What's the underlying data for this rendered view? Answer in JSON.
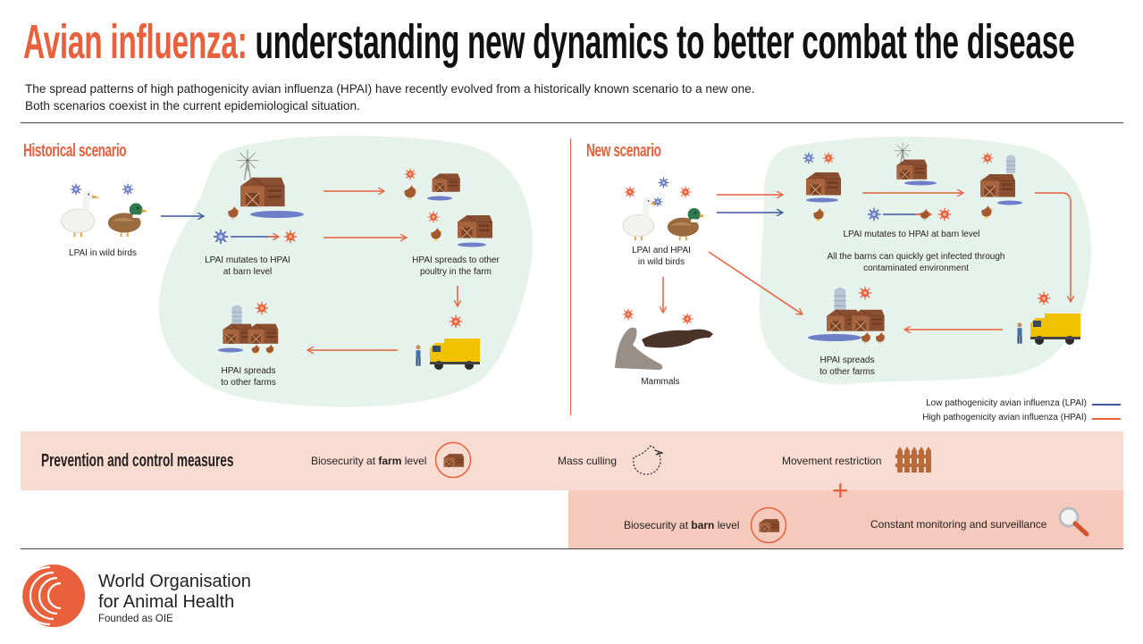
{
  "header": {
    "title_accent": "Avian influenza:",
    "title_rest": "understanding new dynamics to better combat the disease",
    "intro_line1": "The spread patterns of high pathogenicity avian influenza (HPAI) have recently evolved from a historically known scenario to a new one.",
    "intro_line2": "Both scenarios coexist in the current epidemiological situation."
  },
  "historical": {
    "title": "Historical scenario",
    "wild_birds": "LPAI in wild birds",
    "mutates_l1": "LPAI mutates to HPAI",
    "mutates_l2": "at barn level",
    "spreads_poultry_l1": "HPAI spreads to other",
    "spreads_poultry_l2": "poultry in the farm",
    "spreads_farms_l1": "HPAI spreads",
    "spreads_farms_l2": "to other farms"
  },
  "new": {
    "title": "New scenario",
    "wild_birds_l1": "LPAI and HPAI",
    "wild_birds_l2": "in wild birds",
    "mutates": "LPAI mutates to HPAI at barn level",
    "barns_l1": "All the barns can quickly get infected through",
    "barns_l2": "contaminated environment",
    "mammals": "Mammals",
    "spreads_farms_l1": "HPAI spreads",
    "spreads_farms_l2": "to other farms"
  },
  "legend": {
    "lpai": "Low pathogenicity avian influenza (LPAI)",
    "hpai": "High pathogenicity avian influenza  (HPAI)",
    "lpai_color": "#3f55a0",
    "hpai_color": "#e8613c"
  },
  "measures": {
    "title": "Prevention and control measures",
    "farm_pre": "Biosecurity at ",
    "farm_bold": "farm",
    "farm_post": " level",
    "culling": "Mass culling",
    "movement": "Movement restriction",
    "plus": "+",
    "barn_pre": "Biosecurity at ",
    "barn_bold": "barn",
    "barn_post": " level",
    "monitoring": "Constant monitoring and surveillance"
  },
  "org": {
    "line1": "World Organisation",
    "line2": "for Animal Health",
    "founded": "Founded as OIE"
  },
  "icons": [
    "goose-icon",
    "duck-icon",
    "virus-icon",
    "barn-icon",
    "windmill-icon",
    "silo-icon",
    "chicken-icon",
    "truck-icon",
    "farmer-icon",
    "seal-icon",
    "mink-icon",
    "fence-icon",
    "magnifier-icon",
    "culled-chicken-icon"
  ]
}
